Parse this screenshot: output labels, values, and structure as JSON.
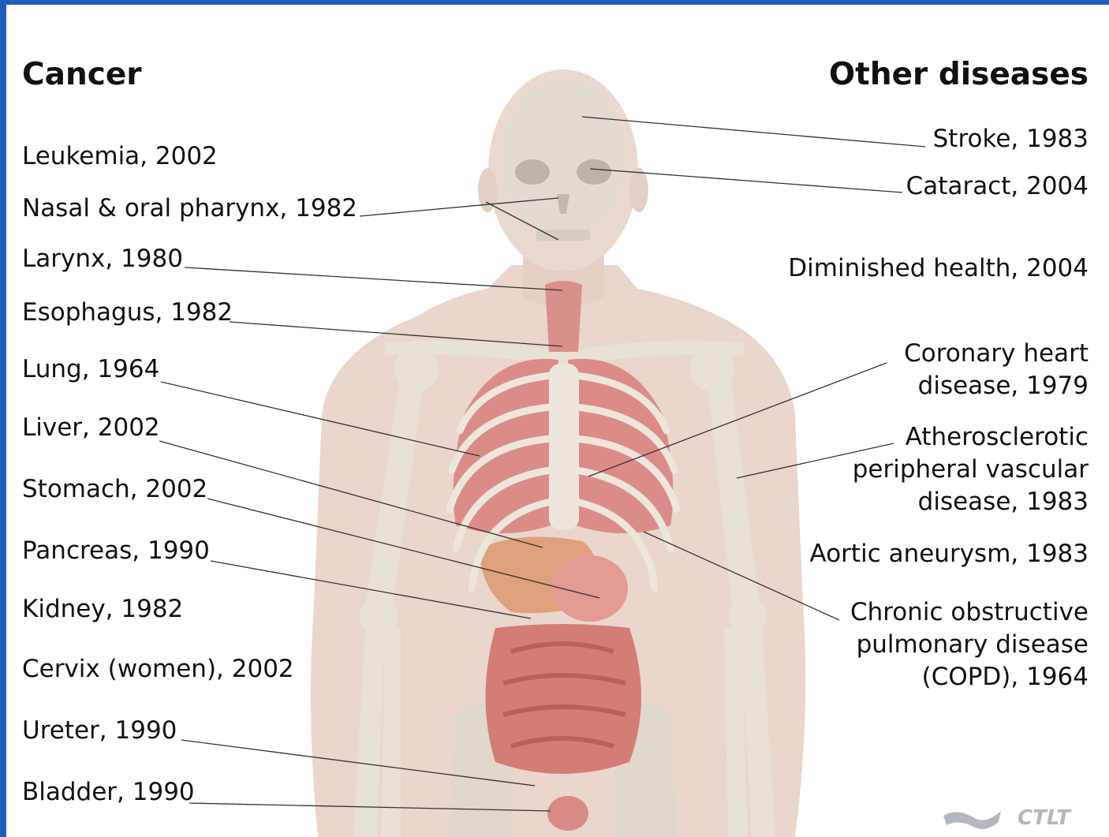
{
  "headings": {
    "left": "Cancer",
    "right": "Other diseases"
  },
  "cancer": [
    "Leukemia, 2002",
    "Nasal & oral pharynx, 1982",
    "Larynx, 1980",
    "Esophagus, 1982",
    "Lung, 1964",
    "Liver, 2002",
    "Stomach, 2002",
    "Pancreas, 1990",
    "Kidney, 1982",
    "Cervix (women), 2002",
    "Ureter, 1990",
    "Bladder, 1990"
  ],
  "other": [
    [
      "Stroke, 1983"
    ],
    [
      "Cataract, 2004"
    ],
    [
      "Diminished health, 2004"
    ],
    [
      "Coronary heart",
      "disease, 1979"
    ],
    [
      "Atherosclerotic",
      "peripheral vascular",
      "disease, 1983"
    ],
    [
      "Aortic aneurysm, 1983"
    ],
    [
      "Chronic obstructive",
      "pulmonary disease",
      "(COPD), 1964"
    ]
  ],
  "logo": {
    "text": "CTLT"
  },
  "colors": {
    "frame": "#1f5fbf",
    "body": "#e8d2c8",
    "bone": "#e7e0d6",
    "organ": "#d98a86",
    "line": "#333333"
  }
}
